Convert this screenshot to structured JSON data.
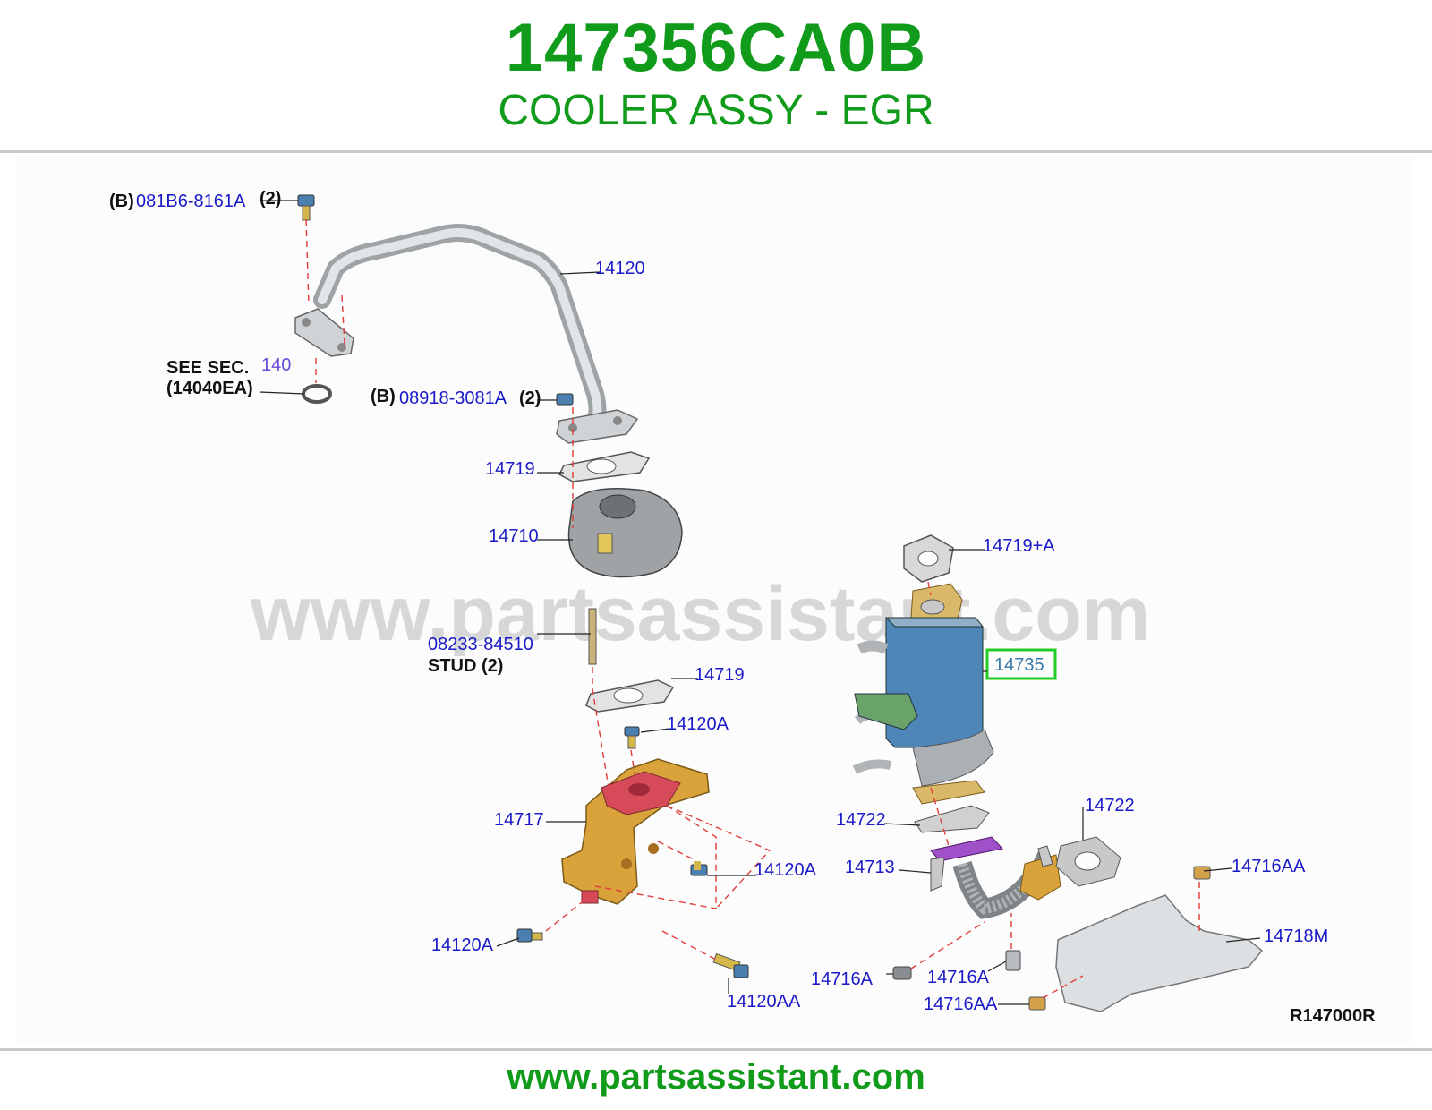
{
  "header": {
    "part_number": "147356CA0B",
    "part_name": "COOLER ASSY - EGR"
  },
  "watermark": "www.partsassistant.com",
  "footer": {
    "url": "www.partsassistant.com"
  },
  "diagram_code": "R147000R",
  "colors": {
    "brand_green": "#119b1b",
    "label_blue": "#1a1ac8",
    "highlight_box": "#22cc22",
    "cooler_blue": "#4f86b8",
    "bracket_gold": "#d9a23a",
    "gasket_purple": "#a050c8",
    "leader_red": "#e23b3b"
  },
  "callouts": {
    "b_prefix_1": "(B)",
    "bolt_081b6": "081B6-8161A",
    "qty_1": "(2)",
    "tube_14120": "14120",
    "see_sec": "SEE SEC.",
    "see_sec_num": "140",
    "see_sec_ref": "(14040EA)",
    "b_prefix_2": "(B)",
    "nut_08918": "08918-3081A",
    "qty_2": "(2)",
    "gasket_14719_a": "14719",
    "valve_14710": "14710",
    "stud_num": "08233-84510",
    "stud_text": "STUD (2)",
    "gasket_14719_b": "14719",
    "bolt_14120A_1": "14120A",
    "bracket_14717": "14717",
    "bolt_14120A_2": "14120A",
    "bolt_14120A_3": "14120A",
    "bolt_14120AA": "14120AA",
    "gasket_14719A": "14719+A",
    "cooler_14735": "14735",
    "gasket_14722_a": "14722",
    "gasket_14722_b": "14722",
    "tube_14713": "14713",
    "bolt_14716AA_1": "14716AA",
    "cover_14718M": "14718M",
    "bolt_14716A_1": "14716A",
    "bolt_14716A_2": "14716A",
    "bolt_14716AA_2": "14716AA"
  }
}
